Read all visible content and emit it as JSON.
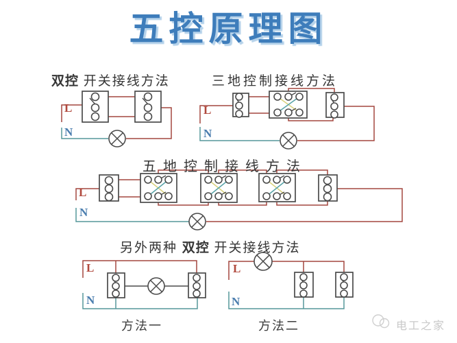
{
  "title": "五控原理图",
  "colors": {
    "title": "#3e7dbb",
    "title_shadow": "#b5d2ea",
    "wire_live": "#a3473f",
    "wire_neutral": "#55979a",
    "wire_dark": "#4a4a4a",
    "cross_yellow": "#d9d27d",
    "cross_teal": "#57a3a7",
    "label_live": "#b1493d",
    "label_neutral": "#4a7dae",
    "heading_text": "#363636",
    "watermark_text": "#c9c9c9"
  },
  "sections": {
    "double_control": {
      "title_bold": "双控",
      "title_rest": " 开关接线方法",
      "live": "L",
      "neutral": "N"
    },
    "three_way": {
      "title": "三地控制接线方法",
      "live": "L",
      "neutral": "N"
    },
    "five_way": {
      "title": "五地控制接线方法",
      "live": "L",
      "neutral": "N"
    },
    "alternative": {
      "title_prefix": "另外两种 ",
      "title_bold": "双控",
      "title_rest": " 开关接线方法",
      "method_one": {
        "caption": "方法一",
        "live": "L",
        "neutral": "N"
      },
      "method_two": {
        "caption": "方法二",
        "live": "L",
        "neutral": "N"
      }
    }
  },
  "watermark": "电工之家"
}
